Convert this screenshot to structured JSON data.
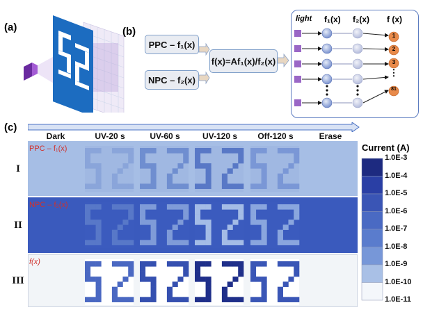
{
  "panel_a": {
    "label": "(a)"
  },
  "panel_b": {
    "label": "(b)",
    "ppc_box": "PPC – f₁(x)",
    "npc_box": "NPC – f₂(x)",
    "formula_box": "f(x)=Af₁(x)/f₂(x)",
    "network": {
      "light_label": "light",
      "col_f1": "f₁(x)",
      "col_f2": "f₂(x)",
      "col_f": "f (x)",
      "outputs": [
        "1",
        "2",
        "3",
        "⋮",
        "81"
      ]
    }
  },
  "panel_c": {
    "label": "(c)",
    "columns": [
      "Dark",
      "UV-20 s",
      "UV-60 s",
      "UV-120 s",
      "Off-120 s",
      "Erase"
    ],
    "rows": [
      {
        "numeral": "I",
        "tag": "PPC – f₁(x)",
        "background": "#a6bee5"
      },
      {
        "numeral": "II",
        "tag": "NPC – f₂(x)",
        "background": "#3a5abd"
      },
      {
        "numeral": "III",
        "tag": "f(x)",
        "background": "#f2f5f8"
      }
    ],
    "colorbar": {
      "title": "Current (A)",
      "ticks": [
        "1.0E-3",
        "1.0E-4",
        "1.0E-5",
        "1.0E-6",
        "1.0E-7",
        "1.0E-8",
        "1.0E-9",
        "1.0E-10",
        "1.0E-11"
      ],
      "colors": [
        "#1d2a80",
        "#2a3fa5",
        "#3a55b5",
        "#4a6ac3",
        "#5a7ccd",
        "#7797d8",
        "#a9c0e6",
        "#f4f7fb"
      ]
    }
  },
  "colors": {
    "accent": "#4a72c4",
    "label_red": "#d0312d",
    "box_border": "#7f9fc9"
  }
}
